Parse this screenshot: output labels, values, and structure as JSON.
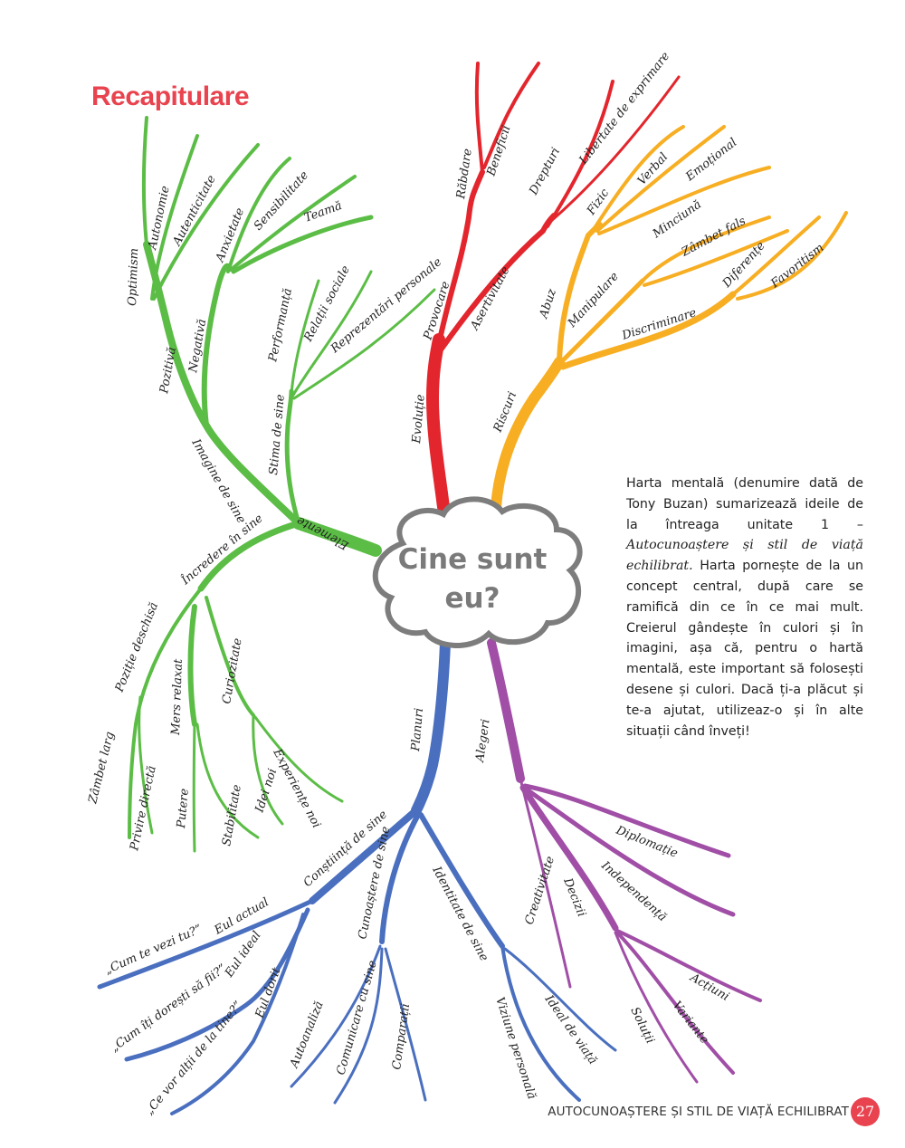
{
  "page": {
    "title": "Recapitulare",
    "title_color": "#e8434f",
    "footer_text": "AUTOCUNOAȘTERE ȘI STIL DE VIAȚĂ ECHILIBRAT",
    "page_number": "27",
    "page_number_color": "#e8434f"
  },
  "center": {
    "line1": "Cine sunt",
    "line2": "eu?",
    "outline_color": "#7d7d7d"
  },
  "description": {
    "part1": "Harta  mentală (denumire dată de Tony Buzan) sumarizează ideile de la întreaga unitate 1 – ",
    "italic": "Autocunoaștere și stil de viață echilibrat.",
    "part2": " Harta pornește de la un concept central, după care se ramifică din ce în ce mai mult. Creierul gândește în culori și în imagini, așa că, pentru o hartă mentală, este important să folosești desene și culori. Dacă ți-a plăcut și te-a ajutat, utilizeaz-o și în alte situații când înveți!"
  },
  "branches": {
    "green": {
      "color": "#5bbd45",
      "root": "Elemente",
      "imagine": "Imagine de sine",
      "pozitiva": "Pozitivă",
      "negativa": "Negativă",
      "optimism": "Optimism",
      "autonomie": "Autonomie",
      "autenticitate": "Autenticitate",
      "anxietate": "Anxietate",
      "sensibilitate": "Sensibilitate",
      "teama": "Teamă",
      "stima": "Stima de sine",
      "performanta": "Performanță",
      "relatii": "Relații sociale",
      "reprezentari": "Reprezentări personale",
      "incredere": "Încredere în sine",
      "pozitie": "Poziție deschisă",
      "zambet_larg": "Zâmbet larg",
      "privire": "Privire directă",
      "mers": "Mers relaxat",
      "putere": "Putere",
      "stabilitate": "Stabilitate",
      "curiozitate": "Curiozitate",
      "idei": "Idei noi",
      "experiente": "Experiențe noi"
    },
    "red": {
      "color": "#e3262d",
      "evolutie": "Evoluție",
      "provocare": "Provocare",
      "rabdare": "Răbdare",
      "beneficii": "Beneficii",
      "asertivitate": "Asertivitate",
      "drepturi": "Drepturi",
      "libertate": "Libertate de exprimare"
    },
    "orange": {
      "color": "#f7ae22",
      "riscuri": "Riscuri",
      "abuz": "Abuz",
      "fizic": "Fizic",
      "verbal": "Verbal",
      "emotional": "Emoțional",
      "manipulare": "Manipulare",
      "minciuna": "Minciună",
      "zambet_fals": "Zâmbet fals",
      "discriminare": "Discriminare",
      "diferente": "Diferențe",
      "favoritism": "Favoritism"
    },
    "blue": {
      "color": "#4a6fbf",
      "planuri": "Planuri",
      "constiinta": "Conștiință de sine",
      "eul_actual": "Eul actual",
      "cum_vezi": "„Cum te vezi tu?”",
      "eul_ideal": "Eul ideal",
      "cum_doresti": "„Cum îți dorești să fii?”",
      "eul_dorit": "Eul dorit",
      "ce_vor": "„Ce vor alții de la tine?”",
      "cunoastere": "Cunoaștere de sine",
      "autoanaliza": "Autoanaliză",
      "comunicare": "Comunicare cu sine",
      "comparatii": "Comparații",
      "identitate": "Identitate de sine",
      "viziune": "Viziune personală",
      "ideal_viata": "Ideal de viață"
    },
    "purple": {
      "color": "#a04ea6",
      "alegeri": "Alegeri",
      "creativitate": "Creativitate",
      "decizii": "Decizii",
      "independenta": "Independență",
      "diplomatie": "Diplomație",
      "solutii": "Soluții",
      "variante": "Variante",
      "actiuni": "Acțiuni"
    }
  }
}
